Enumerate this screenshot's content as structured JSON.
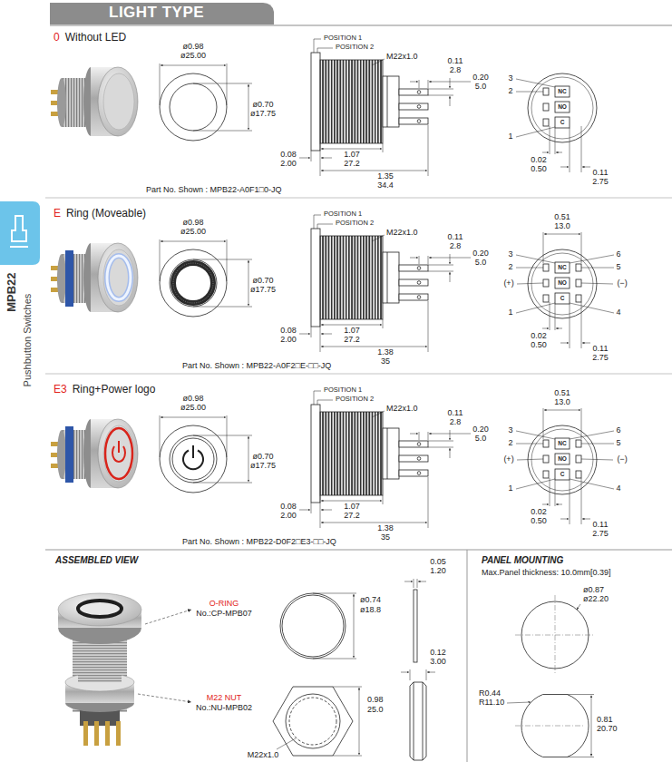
{
  "diagram": {
    "title": "LIGHT TYPE",
    "labels": [
      "0",
      "Without LED",
      "ø0.98",
      "ø25.00",
      "ø0.70",
      "ø17.75",
      "POSITION 1",
      "POSITION 2",
      "M22x1.0",
      "0.11",
      "2.8",
      "0.20",
      "5.0",
      "0.08",
      "2.00",
      "1.07",
      "27.2",
      "1.35",
      "34.4",
      "3",
      "2",
      "1",
      "NC",
      "NO",
      "C",
      "0.02",
      "0.50",
      "0.11",
      "2.75",
      "Part No. Shown : MPB22-A0F1□0-JQ",
      "E",
      "Ring (Moveable)",
      "ø0.98",
      "ø25.00",
      "ø0.70",
      "ø17.75",
      "POSITION 1",
      "POSITION 2",
      "M22x1.0",
      "0.11",
      "2.8",
      "0.20",
      "5.0",
      "0.08",
      "2.00",
      "1.07",
      "27.2",
      "1.38",
      "35",
      "3",
      "2",
      "1",
      "NC",
      "NO",
      "C",
      "0.02",
      "0.50",
      "0.11",
      "2.75",
      "0.51",
      "13.0",
      "6",
      "5",
      "(+)",
      "(−)",
      "4",
      "Part No. Shown : MPB22-A0F2□E-□□-JQ",
      "E3",
      "Ring+Power logo",
      "ø0.98",
      "ø25.00",
      "ø0.70",
      "ø17.75",
      "POSITION 1",
      "POSITION 2",
      "M22x1.0",
      "0.11",
      "2.8",
      "0.20",
      "5.0",
      "0.08",
      "2.00",
      "1.07",
      "27.2",
      "1.38",
      "35",
      "3",
      "2",
      "1",
      "NC",
      "NO",
      "C",
      "0.02",
      "0.50",
      "0.11",
      "2.75",
      "0.51",
      "13.0",
      "6",
      "5",
      "(+)",
      "(−)",
      "4",
      "Part No. Shown : MPB22-D0F2□E3-□□-JQ",
      "ASSEMBLED VIEW",
      "O-RING",
      "No.:CP-MPB07",
      "M22 NUT",
      "No.:NU-MPB02",
      "0.05",
      "1.20",
      "ø0.74",
      "ø18.8",
      "0.12",
      "3.00",
      "0.98",
      "25.0",
      "M22x1.0",
      "PANEL MOUNTING",
      "Max.Panel thickness: 10.0mm[0.39]",
      "ø0.87",
      "ø22.20",
      "R0.44",
      "R11.10",
      "0.81",
      "20.70",
      "MPB22",
      "Pushbutton Switches"
    ]
  }
}
